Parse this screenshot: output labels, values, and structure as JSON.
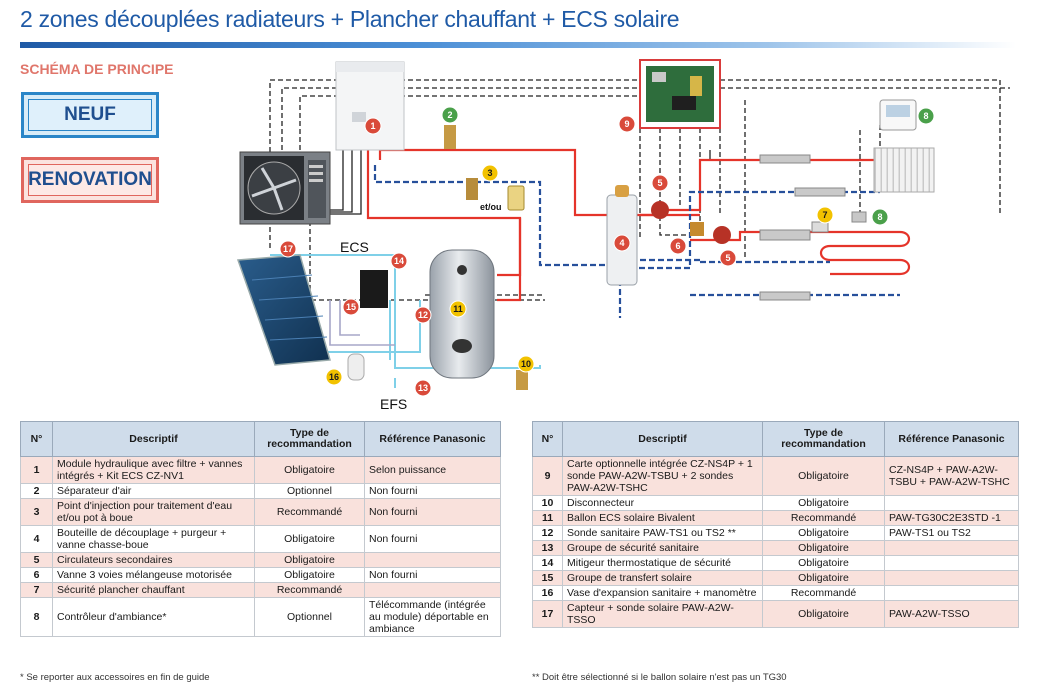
{
  "title": "2 zones découplées radiateurs + Plancher chauffant + ECS solaire",
  "subtitle": "SCHÉMA DE PRINCIPE",
  "badges": {
    "new": "NEUF",
    "renovation": "RENOVATION"
  },
  "diagram": {
    "labels": {
      "ecs": "ECS",
      "efs": "EFS",
      "etou": "et/ou"
    },
    "markers": [
      "1",
      "2",
      "3",
      "4",
      "5",
      "5",
      "6",
      "7",
      "8",
      "8",
      "9",
      "10",
      "11",
      "12",
      "13",
      "14",
      "15",
      "16",
      "17"
    ]
  },
  "colors": {
    "hot": "#e5342a",
    "return": "#27509b",
    "solar": "#7fd0e8",
    "control": "#222222",
    "marker_red": "#d94a3a",
    "marker_green": "#4aa04a",
    "marker_yellow": "#f2c200"
  },
  "table_headers": {
    "num": "N°",
    "desc": "Descriptif",
    "type": "Type de recommandation",
    "ref": "Référence Panasonic"
  },
  "left_table": [
    {
      "num": "1",
      "desc": "Module hydraulique avec filtre + vannes intégrés + Kit ECS CZ-NV1",
      "type": "Obligatoire",
      "ref": "Selon puissance"
    },
    {
      "num": "2",
      "desc": "Séparateur d'air",
      "type": "Optionnel",
      "ref": "Non fourni"
    },
    {
      "num": "3",
      "desc": "Point d'injection pour traitement d'eau et/ou pot à boue",
      "type": "Recommandé",
      "ref": "Non fourni"
    },
    {
      "num": "4",
      "desc": "Bouteille de découplage + purgeur + vanne chasse-boue",
      "type": "Obligatoire",
      "ref": "Non fourni"
    },
    {
      "num": "5",
      "desc": "Circulateurs secondaires",
      "type": "Obligatoire",
      "ref": ""
    },
    {
      "num": "6",
      "desc": "Vanne 3 voies mélangeuse motorisée",
      "type": "Obligatoire",
      "ref": "Non fourni"
    },
    {
      "num": "7",
      "desc": "Sécurité plancher chauffant",
      "type": "Recommandé",
      "ref": ""
    },
    {
      "num": "8",
      "desc": "Contrôleur d'ambiance*",
      "type": "Optionnel",
      "ref": "Télécommande (intégrée au module) déportable en ambiance"
    }
  ],
  "right_table": [
    {
      "num": "9",
      "desc": "Carte optionnelle intégrée CZ-NS4P + 1 sonde PAW-A2W-TSBU + 2 sondes PAW-A2W-TSHC",
      "type": "Obligatoire",
      "ref": "CZ-NS4P + PAW-A2W-TSBU + PAW-A2W-TSHC"
    },
    {
      "num": "10",
      "desc": "Disconnecteur",
      "type": "Obligatoire",
      "ref": ""
    },
    {
      "num": "11",
      "desc": "Ballon ECS solaire Bivalent",
      "type": "Recommandé",
      "ref": "PAW-TG30C2E3STD -1"
    },
    {
      "num": "12",
      "desc": "Sonde sanitaire PAW-TS1 ou TS2 **",
      "type": "Obligatoire",
      "ref": "PAW-TS1 ou TS2"
    },
    {
      "num": "13",
      "desc": "Groupe de sécurité sanitaire",
      "type": "Obligatoire",
      "ref": ""
    },
    {
      "num": "14",
      "desc": "Mitigeur thermostatique de sécurité",
      "type": "Obligatoire",
      "ref": ""
    },
    {
      "num": "15",
      "desc": "Groupe de transfert solaire",
      "type": "Obligatoire",
      "ref": ""
    },
    {
      "num": "16",
      "desc": "Vase d'expansion sanitaire + manomètre",
      "type": "Recommandé",
      "ref": ""
    },
    {
      "num": "17",
      "desc": "Capteur + sonde solaire PAW-A2W-TSSO",
      "type": "Obligatoire",
      "ref": "PAW-A2W-TSSO"
    }
  ],
  "footnotes": {
    "left": "* Se reporter aux accessoires en fin de guide",
    "right": "** Doit être sélectionné si le ballon solaire n'est pas un TG30"
  }
}
